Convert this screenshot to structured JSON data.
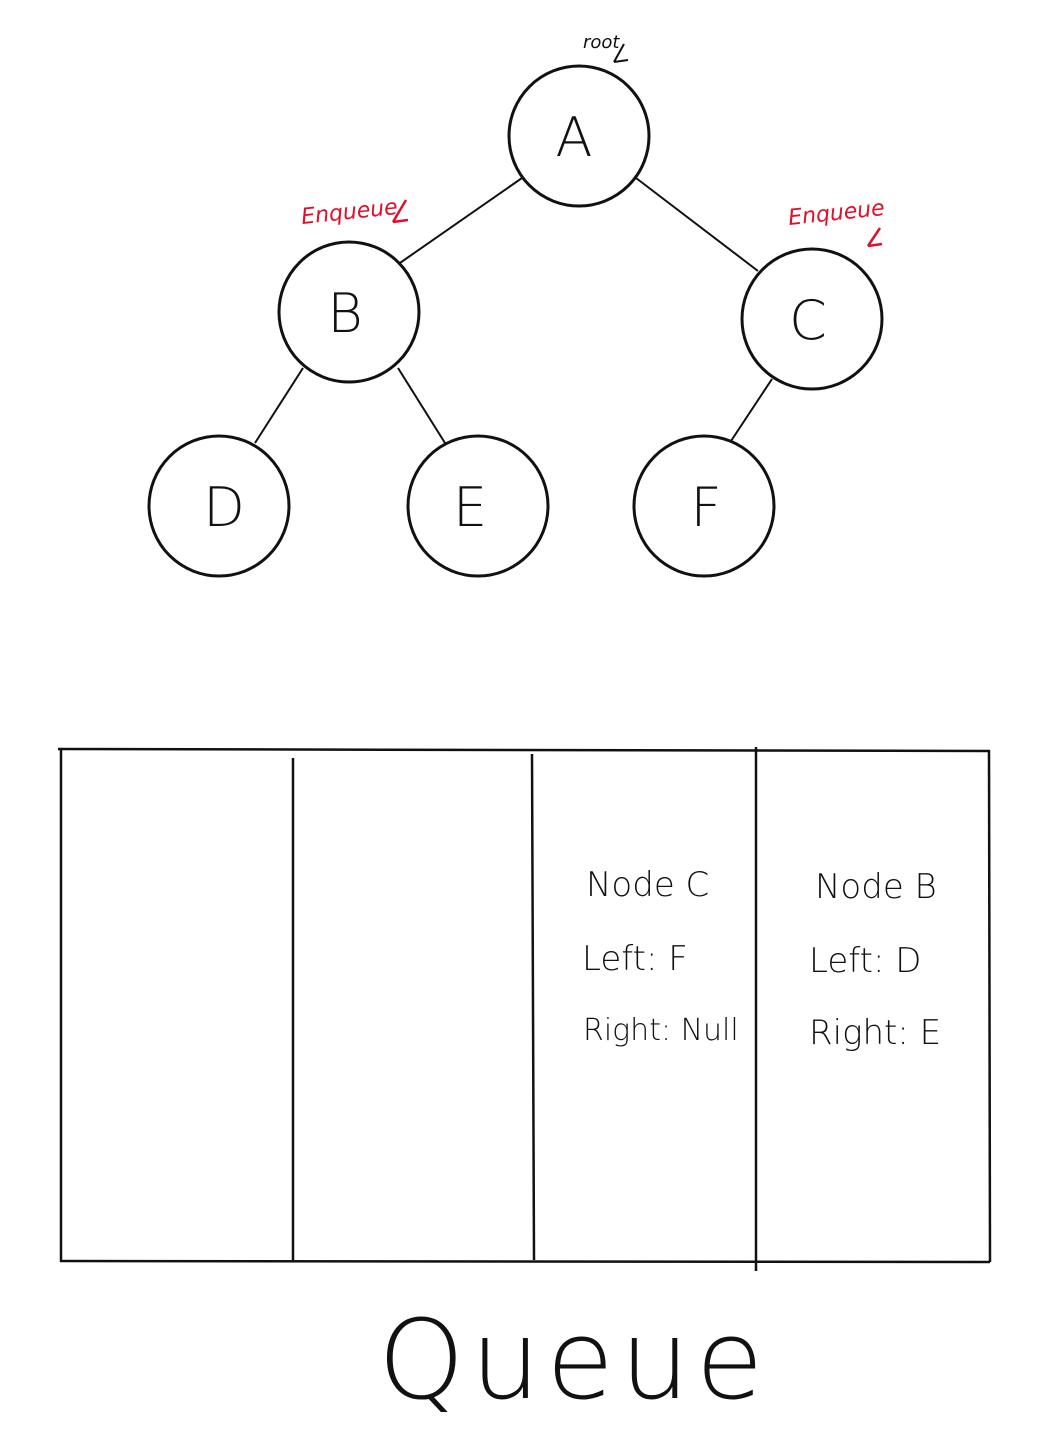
{
  "tree": {
    "root_annotation": "root",
    "nodes": [
      {
        "id": "A",
        "label": "A"
      },
      {
        "id": "B",
        "label": "B"
      },
      {
        "id": "C",
        "label": "C"
      },
      {
        "id": "D",
        "label": "D"
      },
      {
        "id": "E",
        "label": "E"
      },
      {
        "id": "F",
        "label": "F"
      }
    ],
    "edges": [
      [
        "A",
        "B"
      ],
      [
        "A",
        "C"
      ],
      [
        "B",
        "D"
      ],
      [
        "B",
        "E"
      ],
      [
        "C",
        "F"
      ]
    ],
    "enqueue_annotations": [
      {
        "target": "B",
        "text": "Enqueue"
      },
      {
        "target": "C",
        "text": "Enqueue"
      }
    ],
    "annotation_color": "#e0102a"
  },
  "queue": {
    "label": "Queue",
    "cells": [
      {
        "lines": []
      },
      {
        "lines": []
      },
      {
        "lines": [
          "Node C",
          "Left: F",
          "Right: Null"
        ]
      },
      {
        "lines": [
          "Node B",
          "Left: D",
          "Right: E"
        ]
      }
    ]
  }
}
